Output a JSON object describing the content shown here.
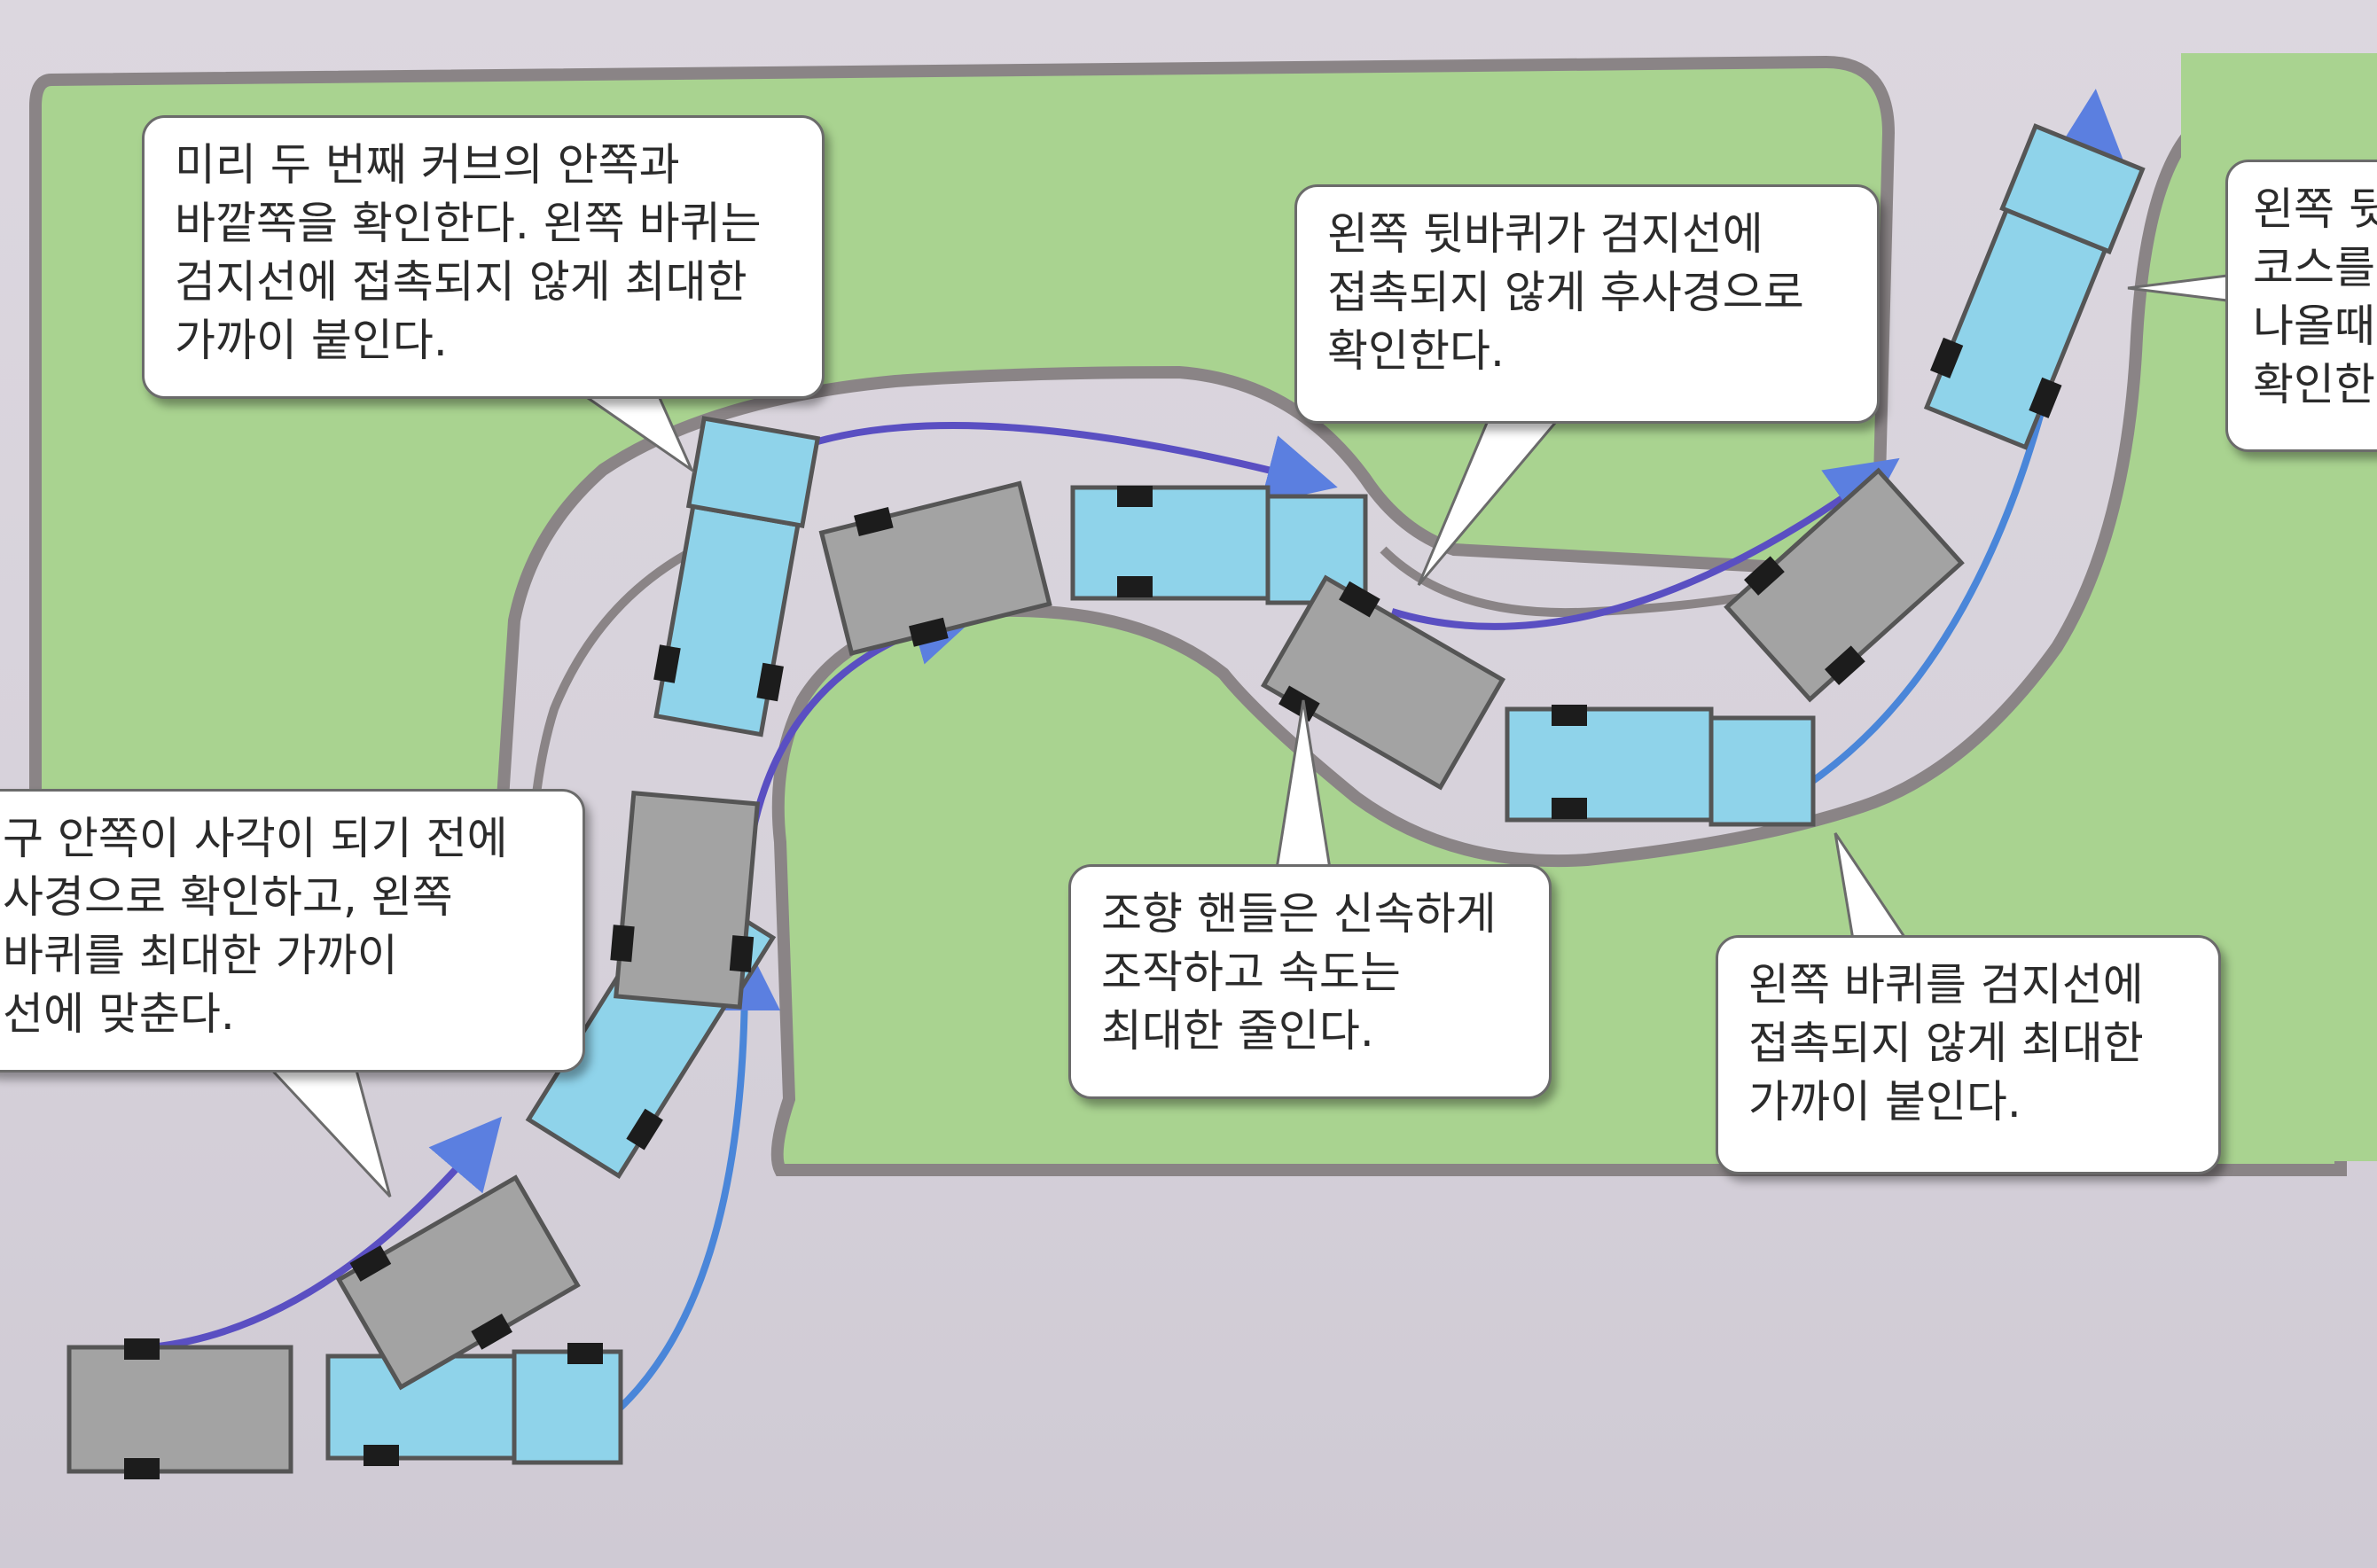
{
  "callouts": [
    {
      "id": "top-left",
      "lines": [
        "미리 두 번째 커브의 안쪽과",
        "바깥쪽을 확인한다. 왼쪽 바퀴는",
        "검지선에 접촉되지 않게 최대한",
        "가까이 붙인다."
      ]
    },
    {
      "id": "left",
      "lines": [
        "구 안쪽이 사각이 되기 전에",
        "사경으로 확인하고, 왼쪽",
        "바퀴를 최대한 가까이",
        "선에 맞춘다."
      ]
    },
    {
      "id": "top-center",
      "lines": [
        "왼쪽 뒷바퀴가 검지선에",
        "접촉되지 않게 후사경으로",
        "확인한다."
      ]
    },
    {
      "id": "top-right",
      "lines": [
        "왼쪽 뒷",
        "코스를",
        "나올때",
        "확인한"
      ]
    },
    {
      "id": "center",
      "lines": [
        "조향 핸들은 신속하게",
        "조작하고 속도는",
        "최대한 줄인다."
      ]
    },
    {
      "id": "bottom-right",
      "lines": [
        "왼쪽 바퀴를 검지선에",
        "접촉되지 않게 최대한",
        "가까이 붙인다."
      ]
    }
  ],
  "colors": {
    "grass": "#a9d390",
    "road": "#d8d3dc",
    "curb": "#8a8486",
    "cab": "#8fd3ea",
    "trailer": "#a3a3a3",
    "tire": "#1c1c1c",
    "path_left": "#5a4fc2",
    "path_right": "#4a86d9",
    "arrow": "#5b7fe0"
  }
}
